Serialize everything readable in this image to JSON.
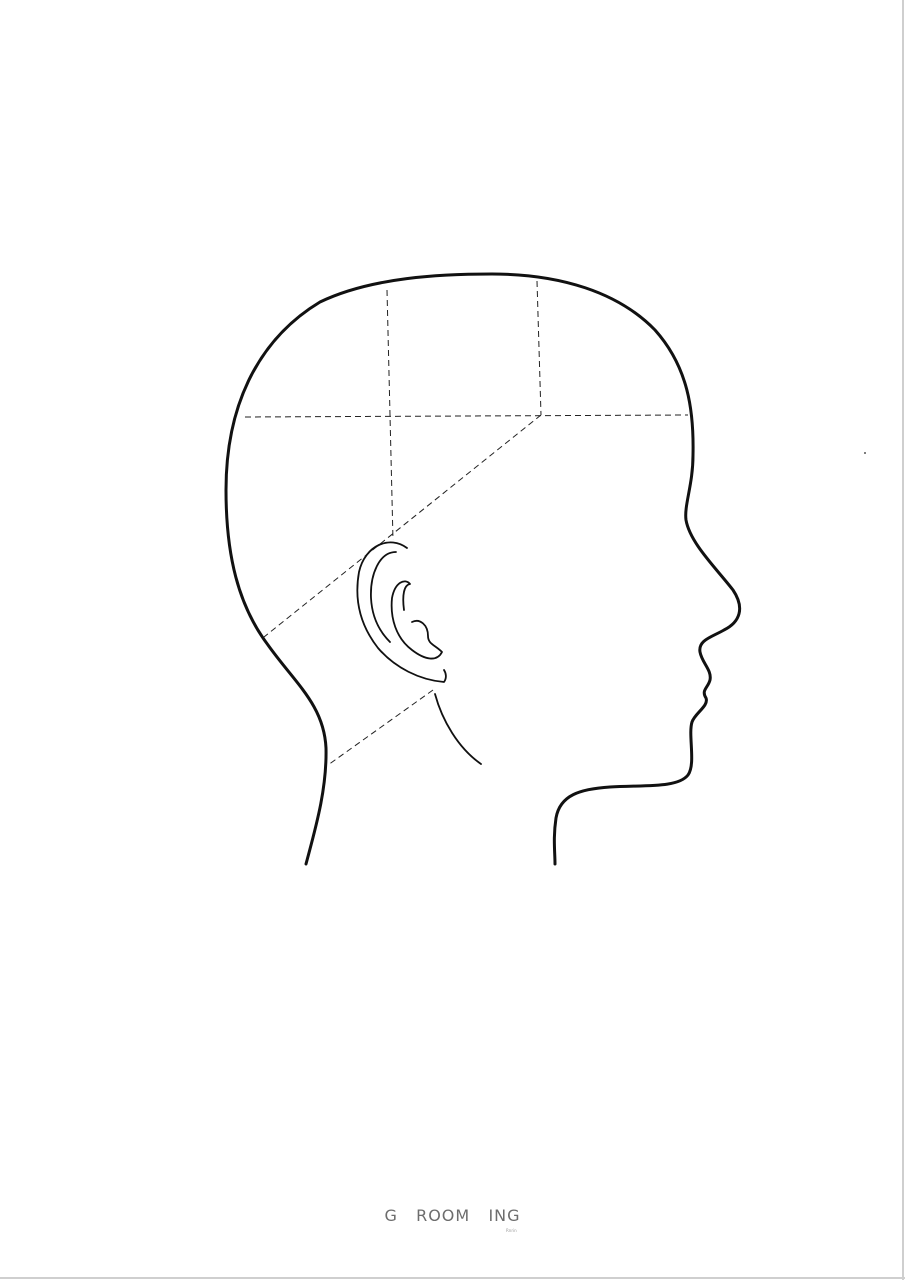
{
  "brand": {
    "logo_text": "G   ROOM   ING",
    "logo_subtext": "Rnrin"
  },
  "colors": {
    "background": "#ffffff",
    "line": "#111111",
    "logo": "#6d6d6d"
  },
  "figure": {
    "subject": "head-profile-outline",
    "guides": "dashed-sectioning-lines"
  }
}
